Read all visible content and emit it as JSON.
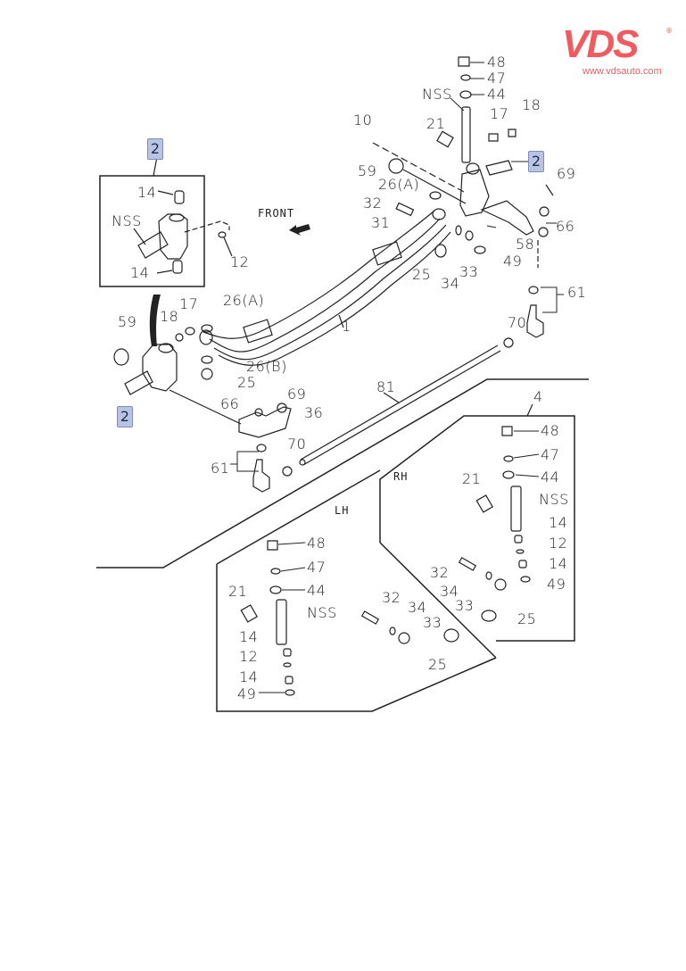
{
  "brand": {
    "logo_text": "VDS",
    "registered_mark": "®",
    "url": "www.vdsauto.com",
    "color": "#f15a5f"
  },
  "diagram": {
    "title_hint": "Front axle / steering knuckle exploded view",
    "direction_label": "FRONT",
    "section_labels": {
      "lh": "LH",
      "rh": "RH"
    },
    "badge_color": "#b9c4e3",
    "callouts": {
      "inset_badge": "2",
      "inset_14_top": "14",
      "inset_nss": "NSS",
      "inset_14_bottom": "14",
      "inset_12": "12",
      "top_48": "48",
      "top_47": "47",
      "top_nss": "NSS",
      "top_44": "44",
      "top_10": "10",
      "top_21": "21",
      "top_17": "17",
      "top_18": "18",
      "top_badge_2": "2",
      "top_69": "69",
      "top_59": "59",
      "top_26a": "26(A)",
      "top_32": "32",
      "top_31": "31",
      "top_66": "66",
      "top_58": "58",
      "top_25": "25",
      "top_34": "34",
      "top_33": "33",
      "top_49": "49",
      "top_61": "61",
      "axle_1": "1",
      "left_59": "59",
      "left_18": "18",
      "left_17": "17",
      "left_26a": "26(A)",
      "left_26b": "26(B)",
      "left_25": "25",
      "left_badge_2": "2",
      "left_66": "66",
      "left_69": "69",
      "left_36": "36",
      "left_70": "70",
      "left_61": "61",
      "right_70": "70",
      "tie_rod_81": "81",
      "kit_4": "4",
      "rh_48": "48",
      "rh_47": "47",
      "rh_21": "21",
      "rh_44": "44",
      "rh_nss": "NSS",
      "rh_14a": "14",
      "rh_12": "12",
      "rh_14b": "14",
      "rh_49": "49",
      "rh_32": "32",
      "rh_34": "34",
      "rh_33": "33",
      "rh_25": "25",
      "lh_48": "48",
      "lh_47": "47",
      "lh_44": "44",
      "lh_21": "21",
      "lh_nss": "NSS",
      "lh_14a": "14",
      "lh_12": "12",
      "lh_14b": "14",
      "lh_49": "49",
      "lh_32": "32",
      "lh_34": "34",
      "lh_33": "33",
      "lh_25": "25"
    }
  }
}
